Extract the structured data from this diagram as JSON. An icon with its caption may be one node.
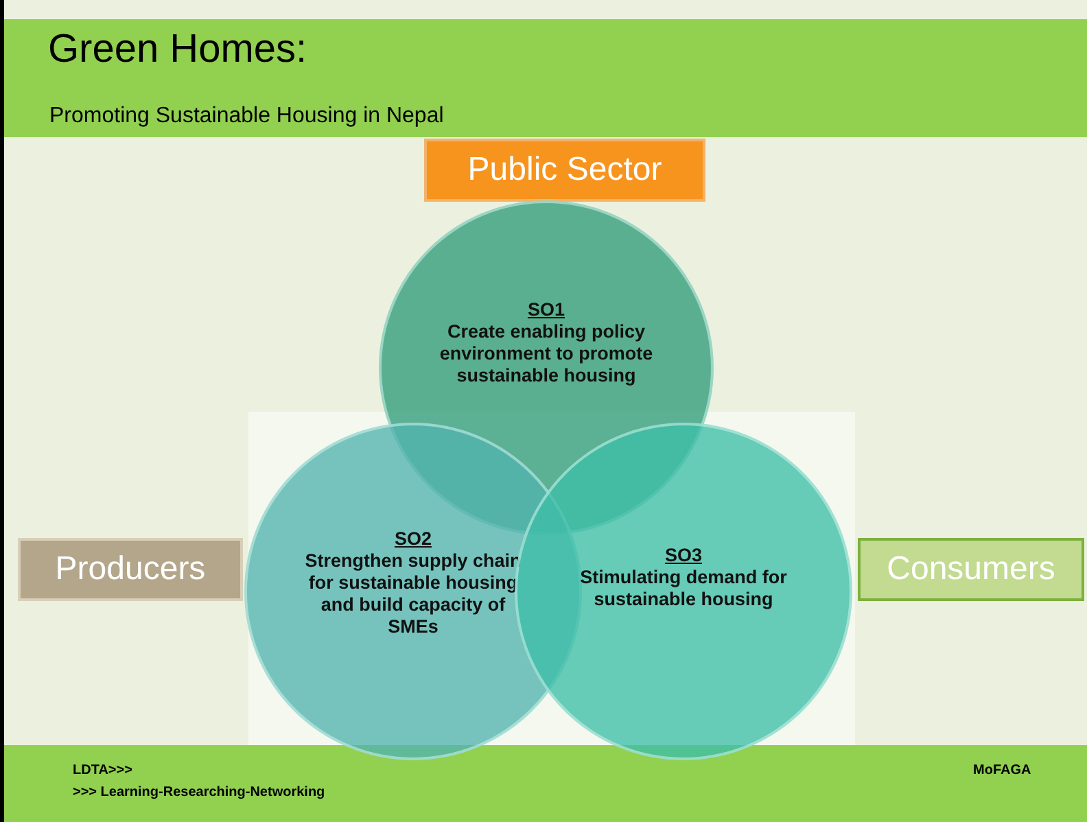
{
  "diagram": {
    "title": "Green Homes:",
    "nodes": [
      {
        "text": [
          "Public Sector"
        ]
      },
      {
        "text": [
          "SO1",
          "Create enabling policy environment to promote sustainable housing"
        ]
      },
      {
        "text": [
          "Producers"
        ]
      },
      {
        "text": [
          "SO2",
          "Strengthen supply chain for sustainable housing and build capacity of SMEs"
        ]
      },
      {
        "text": [
          "SO3",
          "Stimulating demand for sustainable housing"
        ]
      },
      {
        "text": [
          "Consumers"
        ]
      }
    ],
    "edges": [],
    "labels": [
      "Promoting Sustainable Housing in Nepal",
      "LDTA>>>",
      ">>> Learning-Researching-Networking",
      "MoFAGA"
    ]
  }
}
